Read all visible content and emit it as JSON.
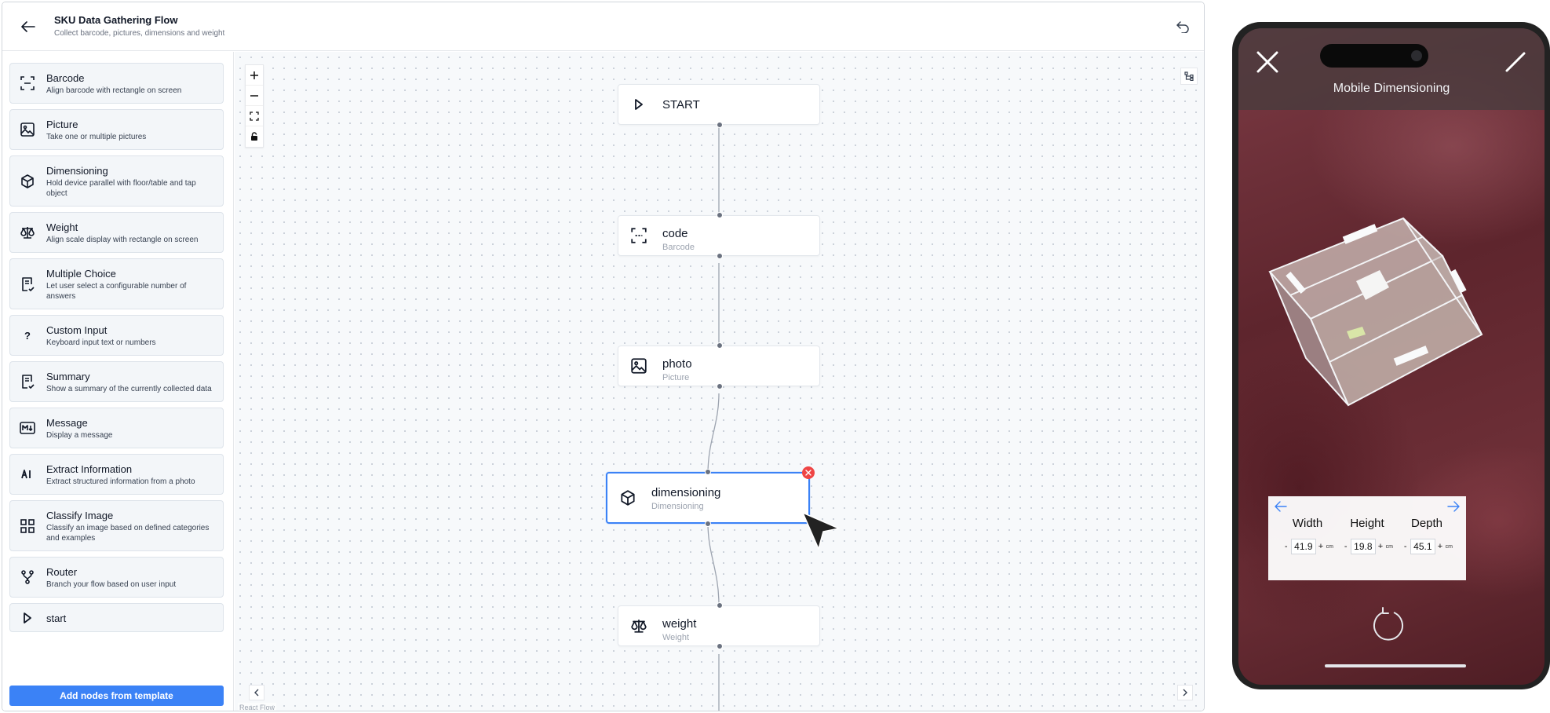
{
  "header": {
    "title": "SKU Data Gathering Flow",
    "subtitle": "Collect barcode, pictures, dimensions and weight"
  },
  "sidebar": {
    "items": [
      {
        "name": "Barcode",
        "desc": "Align barcode with rectangle on screen",
        "icon": "barcode-scan-icon"
      },
      {
        "name": "Picture",
        "desc": "Take one or multiple pictures",
        "icon": "image-icon"
      },
      {
        "name": "Dimensioning",
        "desc": "Hold device parallel with floor/table and tap object",
        "icon": "cube-icon"
      },
      {
        "name": "Weight",
        "desc": "Align scale display with rectangle on screen",
        "icon": "scale-icon"
      },
      {
        "name": "Multiple Choice",
        "desc": "Let user select a configurable number of answers",
        "icon": "checklist-icon"
      },
      {
        "name": "Custom Input",
        "desc": "Keyboard input text or numbers",
        "icon": "question-icon"
      },
      {
        "name": "Summary",
        "desc": "Show a summary of the currently collected data",
        "icon": "summary-icon"
      },
      {
        "name": "Message",
        "desc": "Display a message",
        "icon": "markdown-icon"
      },
      {
        "name": "Extract Information",
        "desc": "Extract structured information from a photo",
        "icon": "ai-icon"
      },
      {
        "name": "Classify Image",
        "desc": "Classify an image based on defined categories and examples",
        "icon": "grid-icon"
      },
      {
        "name": "Router",
        "desc": "Branch your flow based on user input",
        "icon": "branch-icon"
      },
      {
        "name": "start",
        "desc": "",
        "icon": "play-icon"
      }
    ],
    "template_button": "Add nodes from template"
  },
  "canvas": {
    "attribution": "React Flow",
    "nodes": [
      {
        "id": "start",
        "title": "START",
        "subtitle": "",
        "icon": "play-icon"
      },
      {
        "id": "code",
        "title": "code",
        "subtitle": "Barcode",
        "icon": "barcode-scan-icon"
      },
      {
        "id": "photo",
        "title": "photo",
        "subtitle": "Picture",
        "icon": "image-icon"
      },
      {
        "id": "dimensioning",
        "title": "dimensioning",
        "subtitle": "Dimensioning",
        "icon": "cube-icon",
        "selected": true
      },
      {
        "id": "weight",
        "title": "weight",
        "subtitle": "Weight",
        "icon": "scale-icon"
      }
    ]
  },
  "phone": {
    "title": "Mobile Dimensioning",
    "dimensions": [
      {
        "label": "Width",
        "value": "41.9",
        "unit": "cm"
      },
      {
        "label": "Height",
        "value": "19.8",
        "unit": "cm"
      },
      {
        "label": "Depth",
        "value": "45.1",
        "unit": "cm"
      }
    ],
    "stepper_minus": "-",
    "stepper_plus": "+"
  },
  "colors": {
    "accent": "#3b82f6",
    "delete": "#ef4444",
    "sidebar_item_bg": "#f3f6f9"
  }
}
